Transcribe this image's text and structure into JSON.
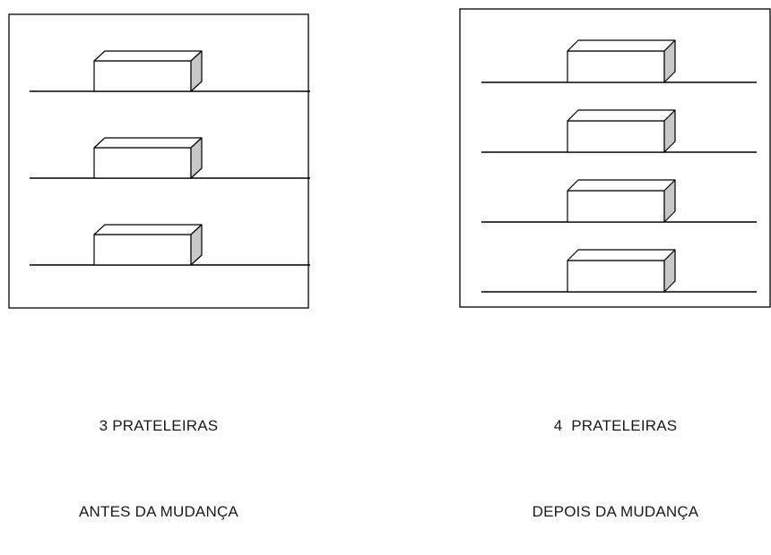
{
  "panels": [
    {
      "id": "before",
      "shelf_count": 3,
      "caption_line1": "3 PRATELEIRAS",
      "caption_line2": "ANTES DA MUDANÇA"
    },
    {
      "id": "after",
      "shelf_count": 4,
      "caption_line1": "4  PRATELEIRAS",
      "caption_line2": "DEPOIS DA MUDANÇA"
    }
  ],
  "colors": {
    "line": "#000000",
    "box_side_fill": "#c8c8c8",
    "background": "#ffffff"
  }
}
